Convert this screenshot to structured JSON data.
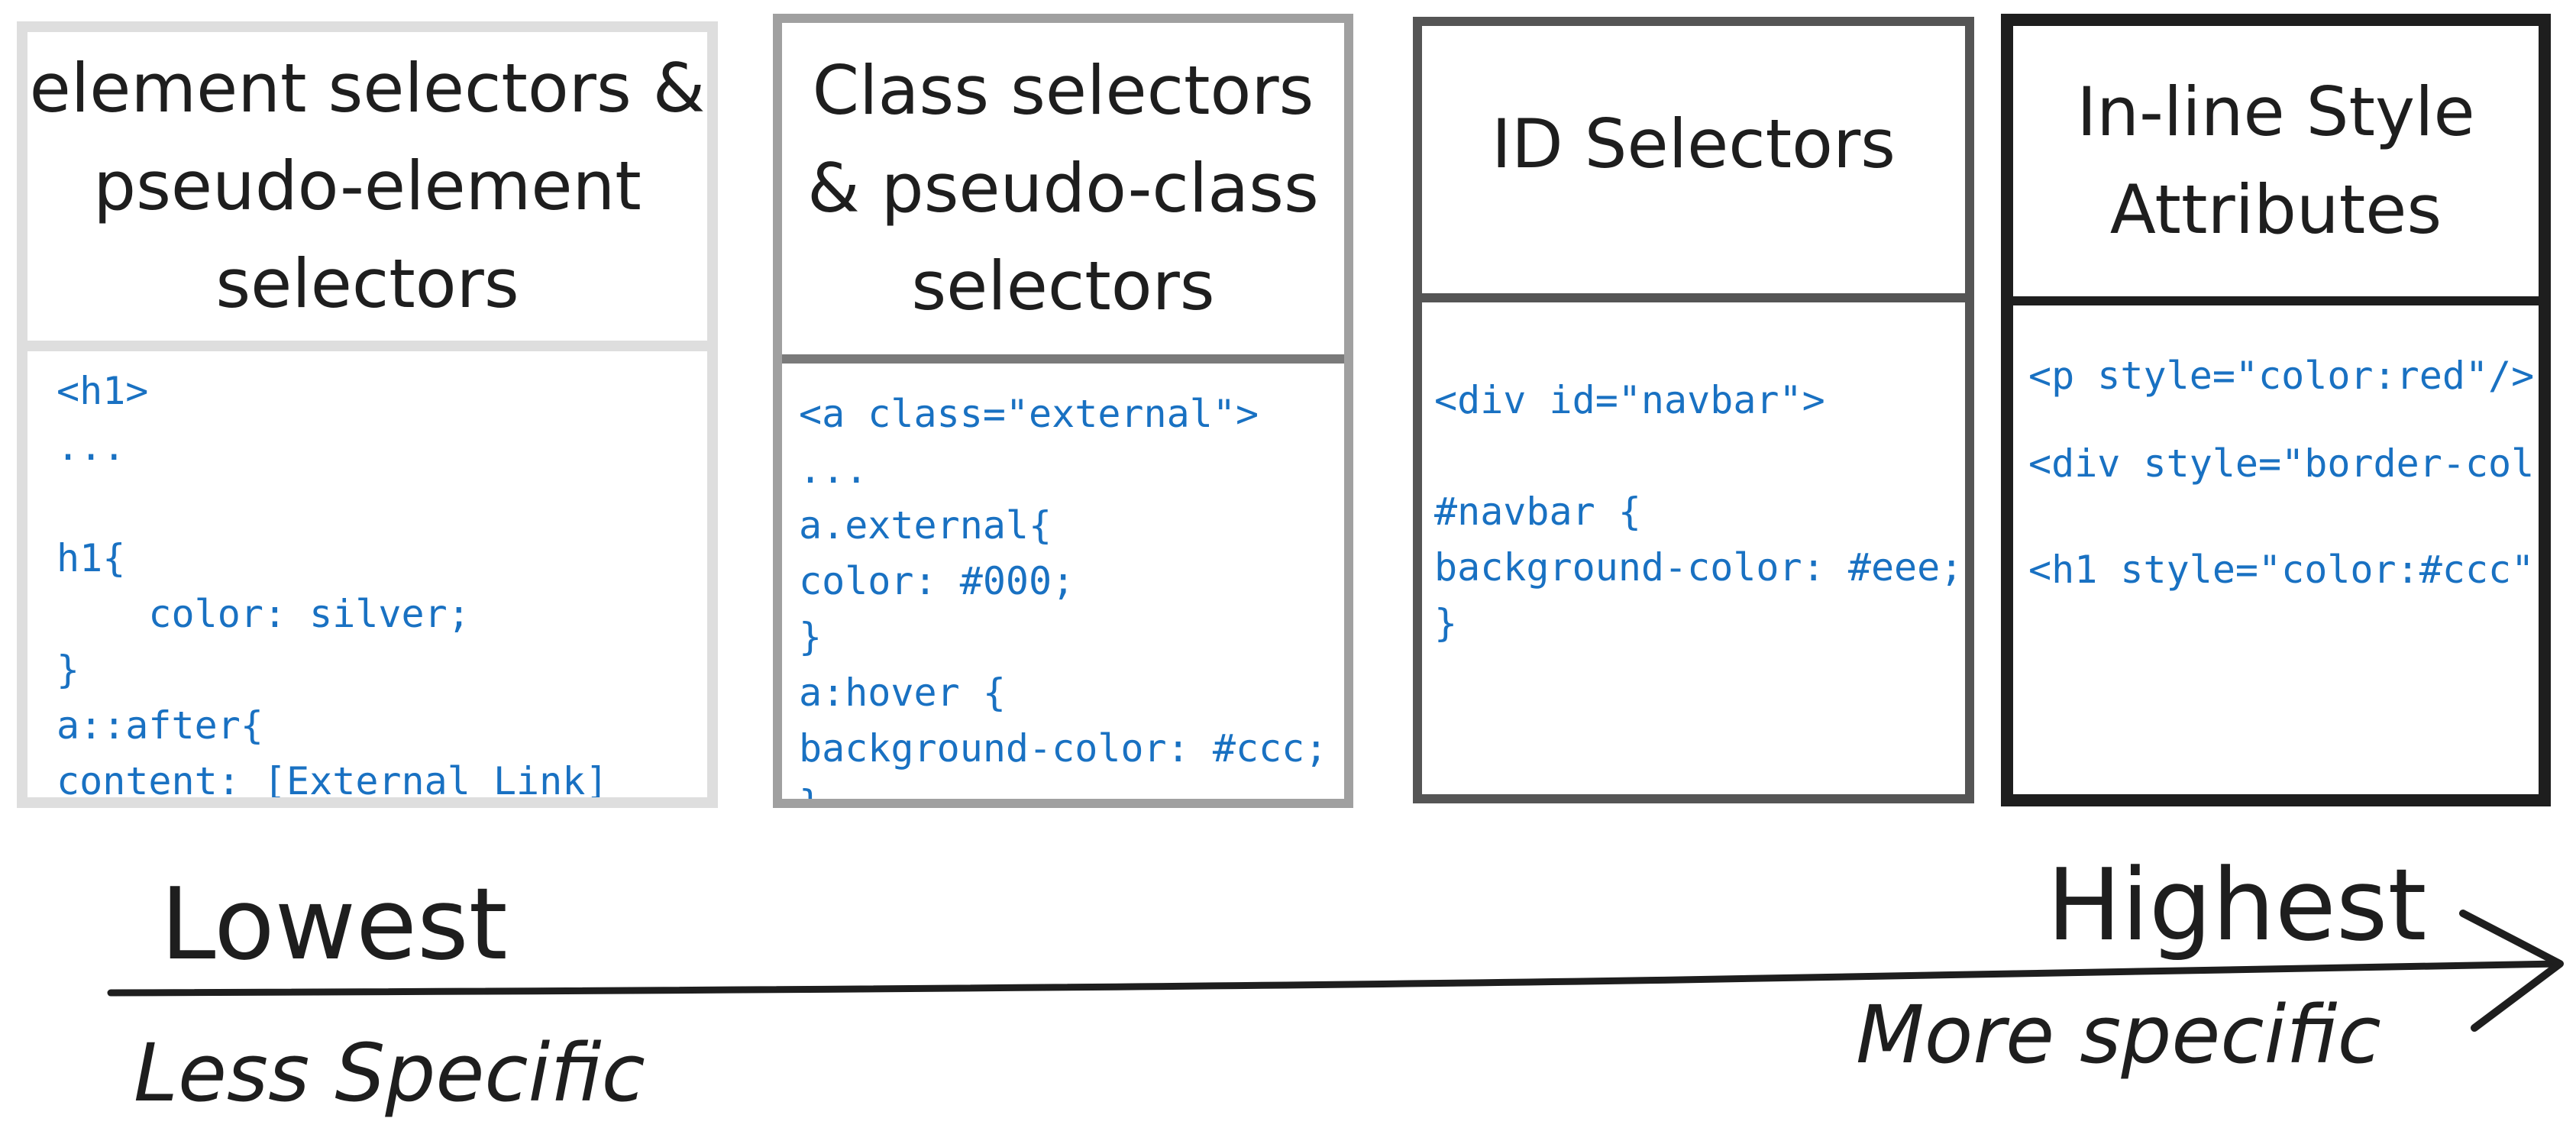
{
  "boxes": [
    {
      "title": "element selectors &\npseudo-element\nselectors",
      "border_color": "#dedede",
      "code": [
        "<h1>",
        "...",
        "",
        "h1{",
        "    color: silver;",
        "}",
        "a::after{",
        "content: [External Link]",
        "}"
      ]
    },
    {
      "title": "Class selectors\n& pseudo-class\nselectors",
      "border_color": "#a0a0a0",
      "code": [
        "<a class=\"external\">",
        "...",
        "a.external{",
        "color: #000;",
        "}",
        "a:hover {",
        "background-color: #ccc;",
        "}"
      ]
    },
    {
      "title": "ID Selectors",
      "border_color": "#555555",
      "code": [
        "<div id=\"navbar\">",
        "",
        "#navbar {",
        "background-color: #eee;",
        "}"
      ]
    },
    {
      "title": "In-line Style\nAttributes",
      "border_color": "#1e1e1e",
      "code": [
        "<p style=\"color:red\"/>",
        "<div style=\"border-col",
        "<h1 style=\"color:#ccc\""
      ]
    }
  ],
  "axis": {
    "low_label": "Lowest",
    "high_label": "Highest",
    "low_caption": "Less Specific",
    "high_caption": "More specific"
  },
  "colors": {
    "code_text": "#1971c2",
    "ink": "#1e1e1e"
  }
}
